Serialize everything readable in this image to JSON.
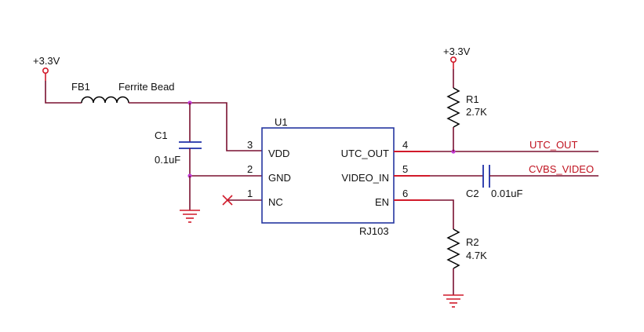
{
  "colors": {
    "wire": "#7a1030",
    "net_label": "#c0121f",
    "part": "#000000",
    "power": "#d11a2a",
    "capacitor": "#1f2fa8",
    "junction": "#c23bd6"
  },
  "power": {
    "left_supply": "+3.3V",
    "right_supply": "+3.3V"
  },
  "fb1": {
    "ref": "FB1",
    "value": "Ferrite Bead"
  },
  "c1": {
    "ref": "C1",
    "value": "0.1uF"
  },
  "c2": {
    "ref": "C2",
    "value": "0.01uF"
  },
  "r1": {
    "ref": "R1",
    "value": "2.7K"
  },
  "r2": {
    "ref": "R2",
    "value": "4.7K"
  },
  "u1": {
    "ref": "U1",
    "part": "RJ103",
    "left_pins": [
      {
        "num": "3",
        "name": "VDD"
      },
      {
        "num": "2",
        "name": "GND"
      },
      {
        "num": "1",
        "name": "NC"
      }
    ],
    "right_pins": [
      {
        "num": "4",
        "name": "UTC_OUT"
      },
      {
        "num": "5",
        "name": "VIDEO_IN"
      },
      {
        "num": "6",
        "name": "EN"
      }
    ]
  },
  "nets": {
    "utc_out": "UTC_OUT",
    "cvbs_video": "CVBS_VIDEO"
  },
  "icons": [
    "power-port-icon",
    "ground-icon",
    "no-connect-icon",
    "junction-dot-icon"
  ]
}
